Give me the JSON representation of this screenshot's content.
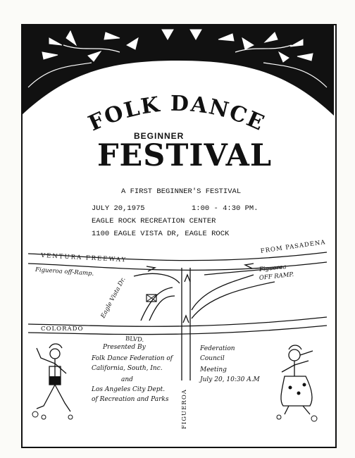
{
  "poster": {
    "title_line1": "FOLK DANCE",
    "title_line2": "BEGINNER",
    "title_line3": "FESTIVAL",
    "subtitle": "A FIRST BEGINNER'S FESTIVAL",
    "date": "JULY 20,1975",
    "time": "1:00 - 4:30 PM.",
    "venue": "EAGLE ROCK RECREATION CENTER",
    "address": "1100 EAGLE VISTA DR, EAGLE ROCK"
  },
  "map": {
    "freeway": "VENTURA FREEWAY",
    "from_pasadena": "FROM PASADENA",
    "fig_off_ramp_left": "Figueroa off-Ramp.",
    "fig_off_ramp_right_1": "Figueroa",
    "fig_off_ramp_right_2": "OFF RAMP.",
    "eagle_vista": "Eagle Vista Dr.",
    "colorado": "COLORADO",
    "blvd": "BLVD.",
    "figueroa": "FIGUEROA"
  },
  "presented": {
    "line1": "Presented By",
    "line2": "Folk Dance Federation of",
    "line3": "California, South, Inc.",
    "line4": "and",
    "line5": "Los Angeles City Dept.",
    "line6": "of Recreation and Parks"
  },
  "council": {
    "line1": "Federation",
    "line2": "Council",
    "line3": "Meeting",
    "line4": "July 20, 10:30 A.M"
  }
}
